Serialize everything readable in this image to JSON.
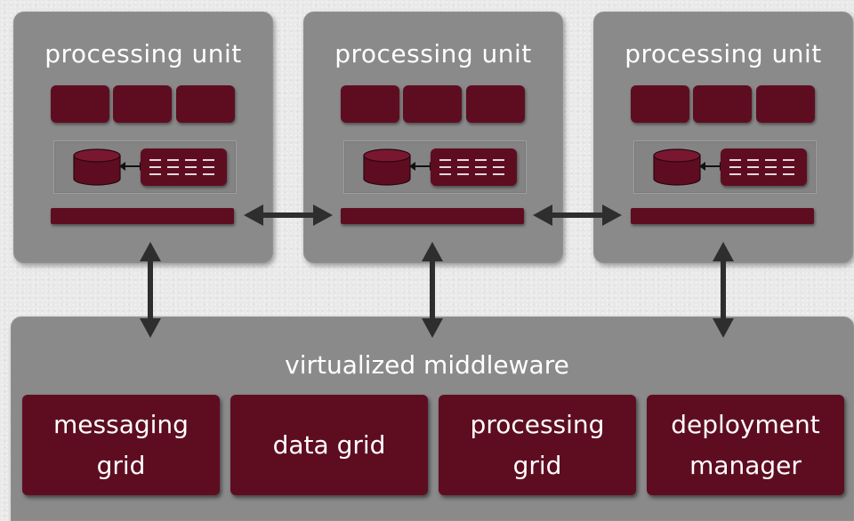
{
  "processing_units": [
    {
      "title": "processing unit"
    },
    {
      "title": "processing unit"
    },
    {
      "title": "processing unit"
    }
  ],
  "middleware": {
    "title": "virtualized middleware",
    "components": [
      {
        "line1": "messaging",
        "line2": "grid"
      },
      {
        "line1": "data grid",
        "line2": ""
      },
      {
        "line1": "processing",
        "line2": "grid"
      },
      {
        "line1": "deployment",
        "line2": "manager"
      }
    ]
  },
  "colors": {
    "panel": "#8a8a8a",
    "block": "#5e0d21",
    "arrow": "#2e2e2e",
    "text": "#ffffff"
  }
}
